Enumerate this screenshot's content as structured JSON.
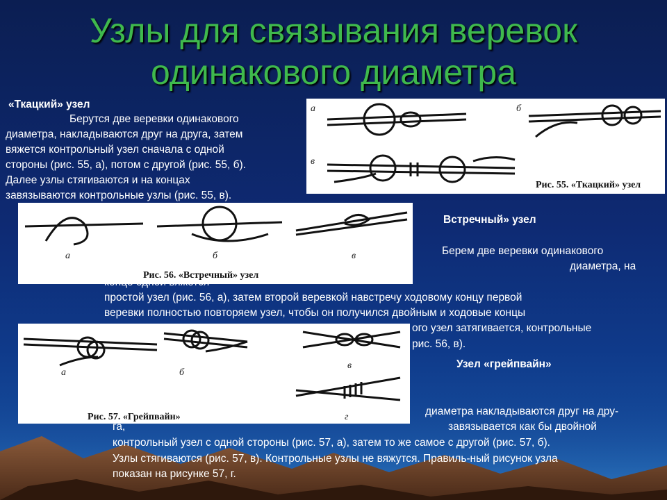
{
  "slide": {
    "title_line1": "Узлы для связывания веревок",
    "title_line2": "одинакового диаметра"
  },
  "weaver": {
    "heading": "«Ткацкий» узел",
    "lines": [
      "Берутся две веревки одинакового",
      "диаметра, накладываются друг на друга, затем",
      "вяжется контрольный узел сначала с одной",
      "стороны (рис. 55, а), потом с другой (рис. 55, б).",
      "Далее узлы стягиваются и на концах",
      "завязываются контрольные узлы (рис. 55, в)."
    ],
    "figure": {
      "caption": "Рис. 55. «Ткацкий» узел",
      "labels": [
        "а",
        "б",
        "в"
      ]
    }
  },
  "oncoming": {
    "heading": "Встречный» узел",
    "lines": [
      "Берем две веревки одинакового",
      "диаметра, на",
      "конце одной вяжется",
      "простой узел (рис. 56, а), затем второй веревкой навстречу ходовому концу первой",
      "веревки полностью повторяем узел, чтобы он получился двойным и ходовые концы",
      "ого узел затягивается, контрольные",
      "рис. 56, в)."
    ],
    "figure": {
      "caption": "Рис. 56. «Встречный» узел",
      "labels": [
        "а",
        "б",
        "в"
      ]
    }
  },
  "grapevine": {
    "heading": "Узел «грейпвайн»",
    "lines": [
      "диаметра накладываются друг на дру-",
      "га,",
      "завязывается как бы двойной",
      "контрольный узел с одной стороны (рис. 57, а), затем то же самое с другой (рис. 57, б).",
      "Узлы стягиваются (рис. 57, в). Контрольные узлы не вяжутся. Правиль-ный рисунок узла",
      "показан на рисунке 57, г."
    ],
    "figure": {
      "caption": "Рис. 57. «Грейпвайн»",
      "labels": [
        "а",
        "б",
        "в",
        "г"
      ]
    }
  },
  "colors": {
    "title": "#3fb94d",
    "text": "#ffffff",
    "background": "#0e2a73"
  }
}
